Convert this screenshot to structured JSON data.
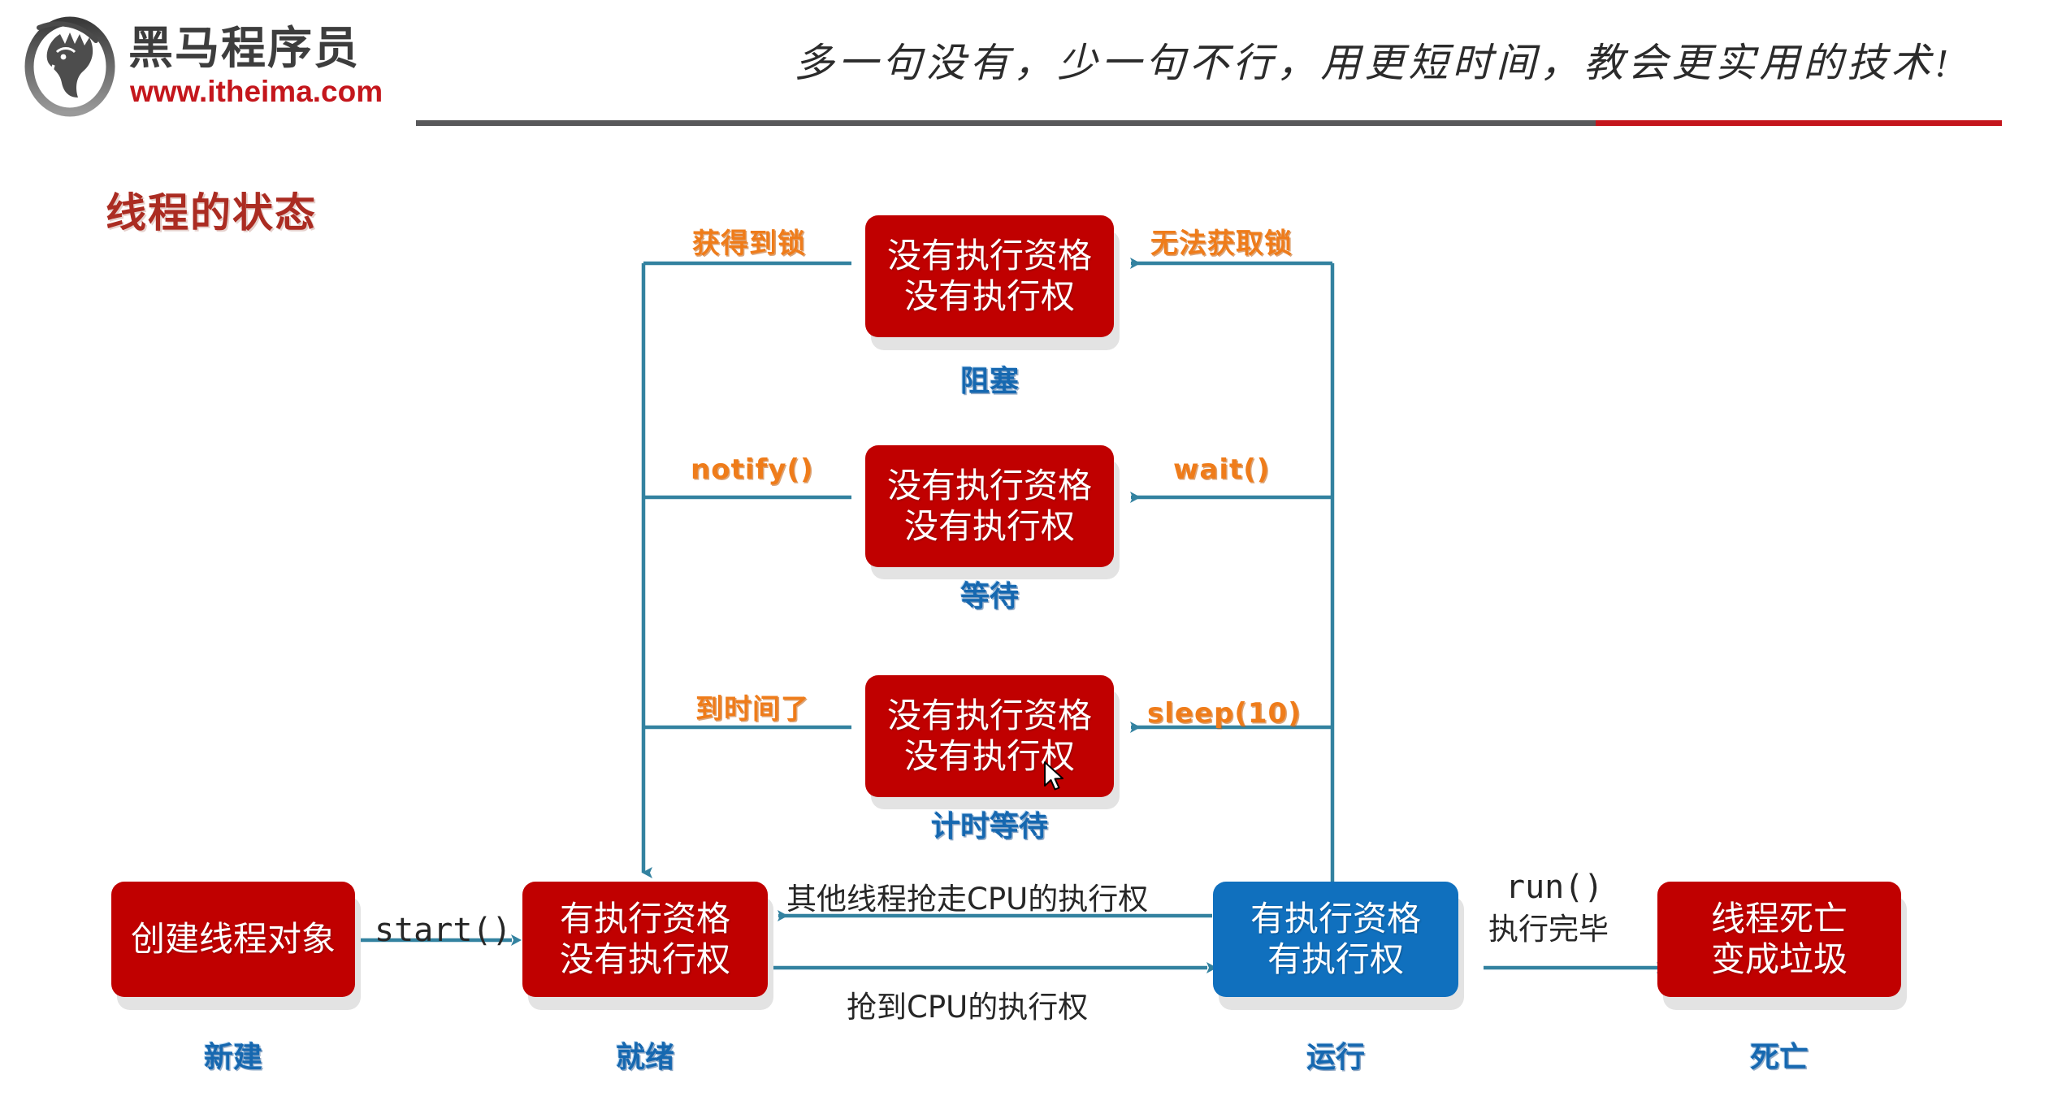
{
  "header": {
    "logo_cn": "黑马程序员",
    "logo_url": "www.itheima.com",
    "slogan": "多一句没有，少一句不行，用更短时间，教会更实用的技术!",
    "rule_gray_color": "#58585a",
    "rule_red_color": "#c4161c"
  },
  "page_title": "线程的状态",
  "theme": {
    "red": "#c00000",
    "blue": "#1070be",
    "wire": "#3382a0",
    "orange": "#ef7c1a",
    "state_label_blue": "#1668b0",
    "title_red": "#ab2c22"
  },
  "diagram": {
    "type": "state-diagram",
    "nodes": [
      {
        "id": "blocked",
        "color": "red",
        "lines": [
          "没有执行资格",
          "没有执行权"
        ],
        "state": "阻塞"
      },
      {
        "id": "waiting",
        "color": "red",
        "lines": [
          "没有执行资格",
          "没有执行权"
        ],
        "state": "等待"
      },
      {
        "id": "timed-waiting",
        "color": "red",
        "lines": [
          "没有执行资格",
          "没有执行权"
        ],
        "state": "计时等待"
      },
      {
        "id": "new",
        "color": "red",
        "lines": [
          "创建线程对象"
        ],
        "state": "新建"
      },
      {
        "id": "runnable",
        "color": "red",
        "lines": [
          "有执行资格",
          "没有执行权"
        ],
        "state": "就绪"
      },
      {
        "id": "running",
        "color": "blue",
        "lines": [
          "有执行资格",
          "有执行权"
        ],
        "state": "运行"
      },
      {
        "id": "dead",
        "color": "red",
        "lines": [
          "线程死亡",
          "变成垃圾"
        ],
        "state": "死亡"
      }
    ],
    "edge_labels": {
      "blocked_in": "无法获取锁",
      "blocked_out": "获得到锁",
      "waiting_in": "wait()",
      "waiting_out": "notify()",
      "timed_in": "sleep(10)",
      "timed_out": "到时间了",
      "start": "start()",
      "preempted": "其他线程抢走CPU的执行权",
      "acquired": "抢到CPU的执行权",
      "finish_line1": "run()",
      "finish_line2": "执行完毕"
    }
  }
}
